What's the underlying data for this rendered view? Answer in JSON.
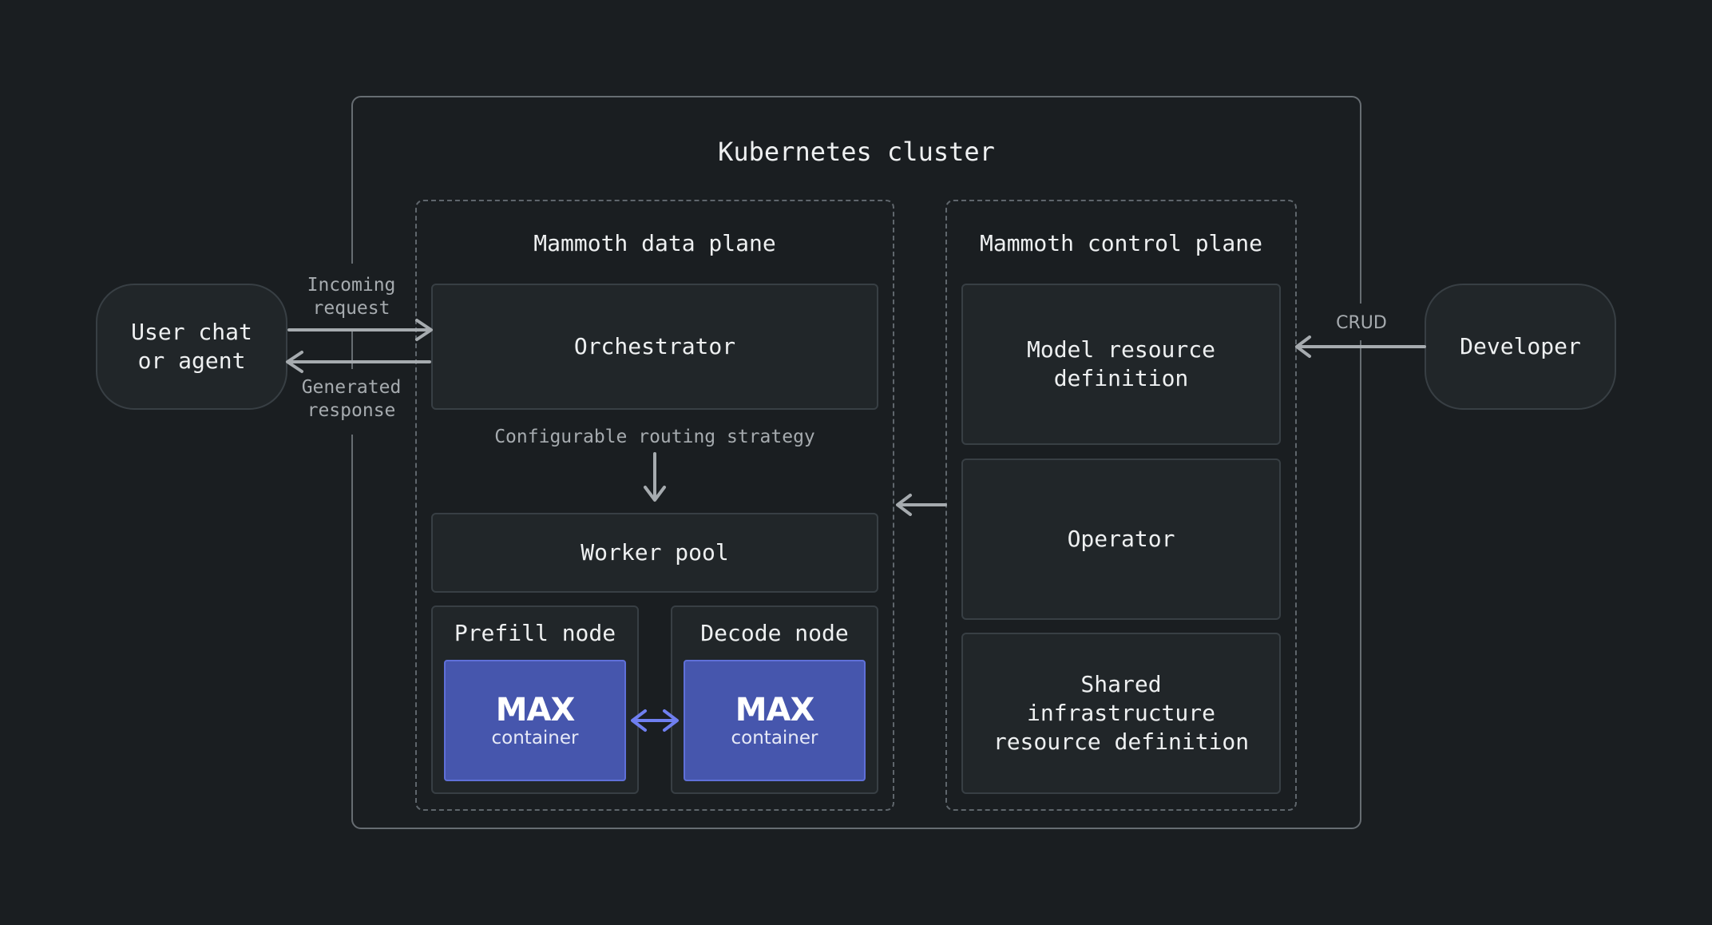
{
  "diagram": {
    "cluster_title": "Kubernetes cluster",
    "data_plane": {
      "title": "Mammoth data plane",
      "orchestrator": "Orchestrator",
      "routing_label": "Configurable routing strategy",
      "worker_pool": "Worker pool",
      "prefill_node": {
        "title": "Prefill node",
        "container_brand": "MAX",
        "container_label": "container"
      },
      "decode_node": {
        "title": "Decode node",
        "container_brand": "MAX",
        "container_label": "container"
      }
    },
    "control_plane": {
      "title": "Mammoth control plane",
      "model_resource": "Model resource\ndefinition",
      "operator": "Operator",
      "shared_infra": "Shared\ninfrastructure\nresource definition"
    },
    "user": "User chat\nor agent",
    "developer": "Developer",
    "incoming_request": "Incoming\nrequest",
    "generated_response": "Generated\nresponse",
    "crud_label": "CRUD"
  },
  "colors": {
    "background": "#1a1e21",
    "box_fill": "#212629",
    "box_border": "#383f44",
    "max_container": "#4656ad",
    "arrow": "#a6abaf",
    "bidirectional_arrow": "#6f7ff0"
  }
}
